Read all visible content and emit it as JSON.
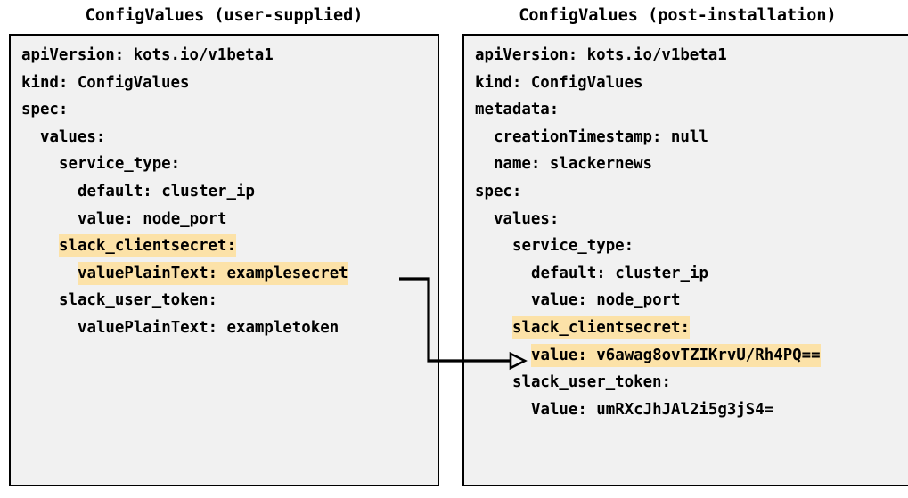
{
  "diagram": {
    "type": "two-panel-yaml-comparison",
    "background_color": "#ffffff",
    "box_fill_color": "#f1f1f1",
    "box_border_color": "#000000",
    "highlight_color": "#fce2a8",
    "arrow_color": "#000000"
  },
  "panels": {
    "left": {
      "title": "ConfigValues (user-supplied)",
      "lines": [
        {
          "indent": 0,
          "text": "apiVersion: kots.io/v1beta1",
          "highlight": false
        },
        {
          "indent": 0,
          "text": "kind: ConfigValues",
          "highlight": false
        },
        {
          "indent": 0,
          "text": "spec:",
          "highlight": false
        },
        {
          "indent": 1,
          "text": "values:",
          "highlight": false
        },
        {
          "indent": 2,
          "text": "service_type:",
          "highlight": false
        },
        {
          "indent": 3,
          "text": "default: cluster_ip",
          "highlight": false
        },
        {
          "indent": 3,
          "text": "value: node_port",
          "highlight": false
        },
        {
          "indent": 2,
          "text": "slack_clientsecret:",
          "highlight": true
        },
        {
          "indent": 3,
          "text": "valuePlainText: examplesecret",
          "highlight": true
        },
        {
          "indent": 2,
          "text": "slack_user_token:",
          "highlight": false
        },
        {
          "indent": 3,
          "text": "valuePlainText: exampletoken",
          "highlight": false
        }
      ]
    },
    "right": {
      "title": "ConfigValues (post-installation)",
      "lines": [
        {
          "indent": 0,
          "text": "apiVersion: kots.io/v1beta1",
          "highlight": false
        },
        {
          "indent": 0,
          "text": "kind: ConfigValues",
          "highlight": false
        },
        {
          "indent": 0,
          "text": "metadata:",
          "highlight": false
        },
        {
          "indent": 1,
          "text": "creationTimestamp: null",
          "highlight": false
        },
        {
          "indent": 1,
          "text": "name: slackernews",
          "highlight": false
        },
        {
          "indent": 0,
          "text": "spec:",
          "highlight": false
        },
        {
          "indent": 1,
          "text": "values:",
          "highlight": false
        },
        {
          "indent": 2,
          "text": "service_type:",
          "highlight": false
        },
        {
          "indent": 3,
          "text": "default: cluster_ip",
          "highlight": false
        },
        {
          "indent": 3,
          "text": "value: node_port",
          "highlight": false
        },
        {
          "indent": 2,
          "text": "slack_clientsecret:",
          "highlight": true
        },
        {
          "indent": 3,
          "text": "value: v6awag8ovTZIKrvU/Rh4PQ==",
          "highlight": true
        },
        {
          "indent": 2,
          "text": "slack_user_token:",
          "highlight": false
        },
        {
          "indent": 3,
          "text": "Value: umRXcJhJAl2i5g3jS4=",
          "highlight": false
        }
      ]
    }
  },
  "connector": {
    "label": "",
    "from_line": "valuePlainText: examplesecret",
    "to_line": "value: v6awag8ovTZIKrvU/Rh4PQ=="
  }
}
